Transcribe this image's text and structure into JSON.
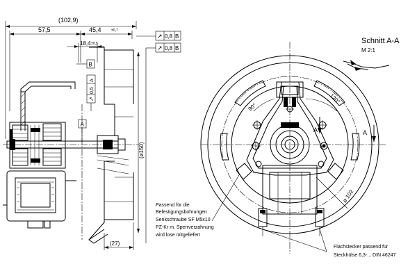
{
  "dimensions": {
    "overall_width": "(102,9)",
    "left_length": "57,5",
    "right_length": "45,4",
    "right_length_tol": "±0,7",
    "shaft_offset": "18,4",
    "shaft_offset_tol": "±0,5",
    "diameter": "(ø150)",
    "width_bottom": "(27)",
    "diameter_102": "ø 102",
    "angle_90": "90°",
    "angle_120": "120°"
  },
  "tolerances": {
    "frame1_symbol": "↗",
    "frame1_value": "0,8",
    "frame1_datum": "B",
    "frame2_symbol": "↗",
    "frame2_value": "0,8",
    "frame2_datum": "B",
    "frame3_symbol": "↗",
    "frame3_value": "0,5",
    "frame3_datum": "A",
    "datum_a": "A",
    "datum_b": "B"
  },
  "section": {
    "title": "Schnitt A-A",
    "scale": "M 2:1",
    "marker_left": "A",
    "marker_right": "A"
  },
  "notes": {
    "mounting_lines": [
      "Passend für die",
      "Befestigungsbohrungen",
      "Senkschraube SF M5x10",
      "PZ-Kr m. Sperrverzahnung",
      "wird lose mitgeliefert"
    ],
    "connector_lines": [
      "Flachstecker passend für",
      "Steckhülse 6,3-...  DIN 46247"
    ]
  }
}
